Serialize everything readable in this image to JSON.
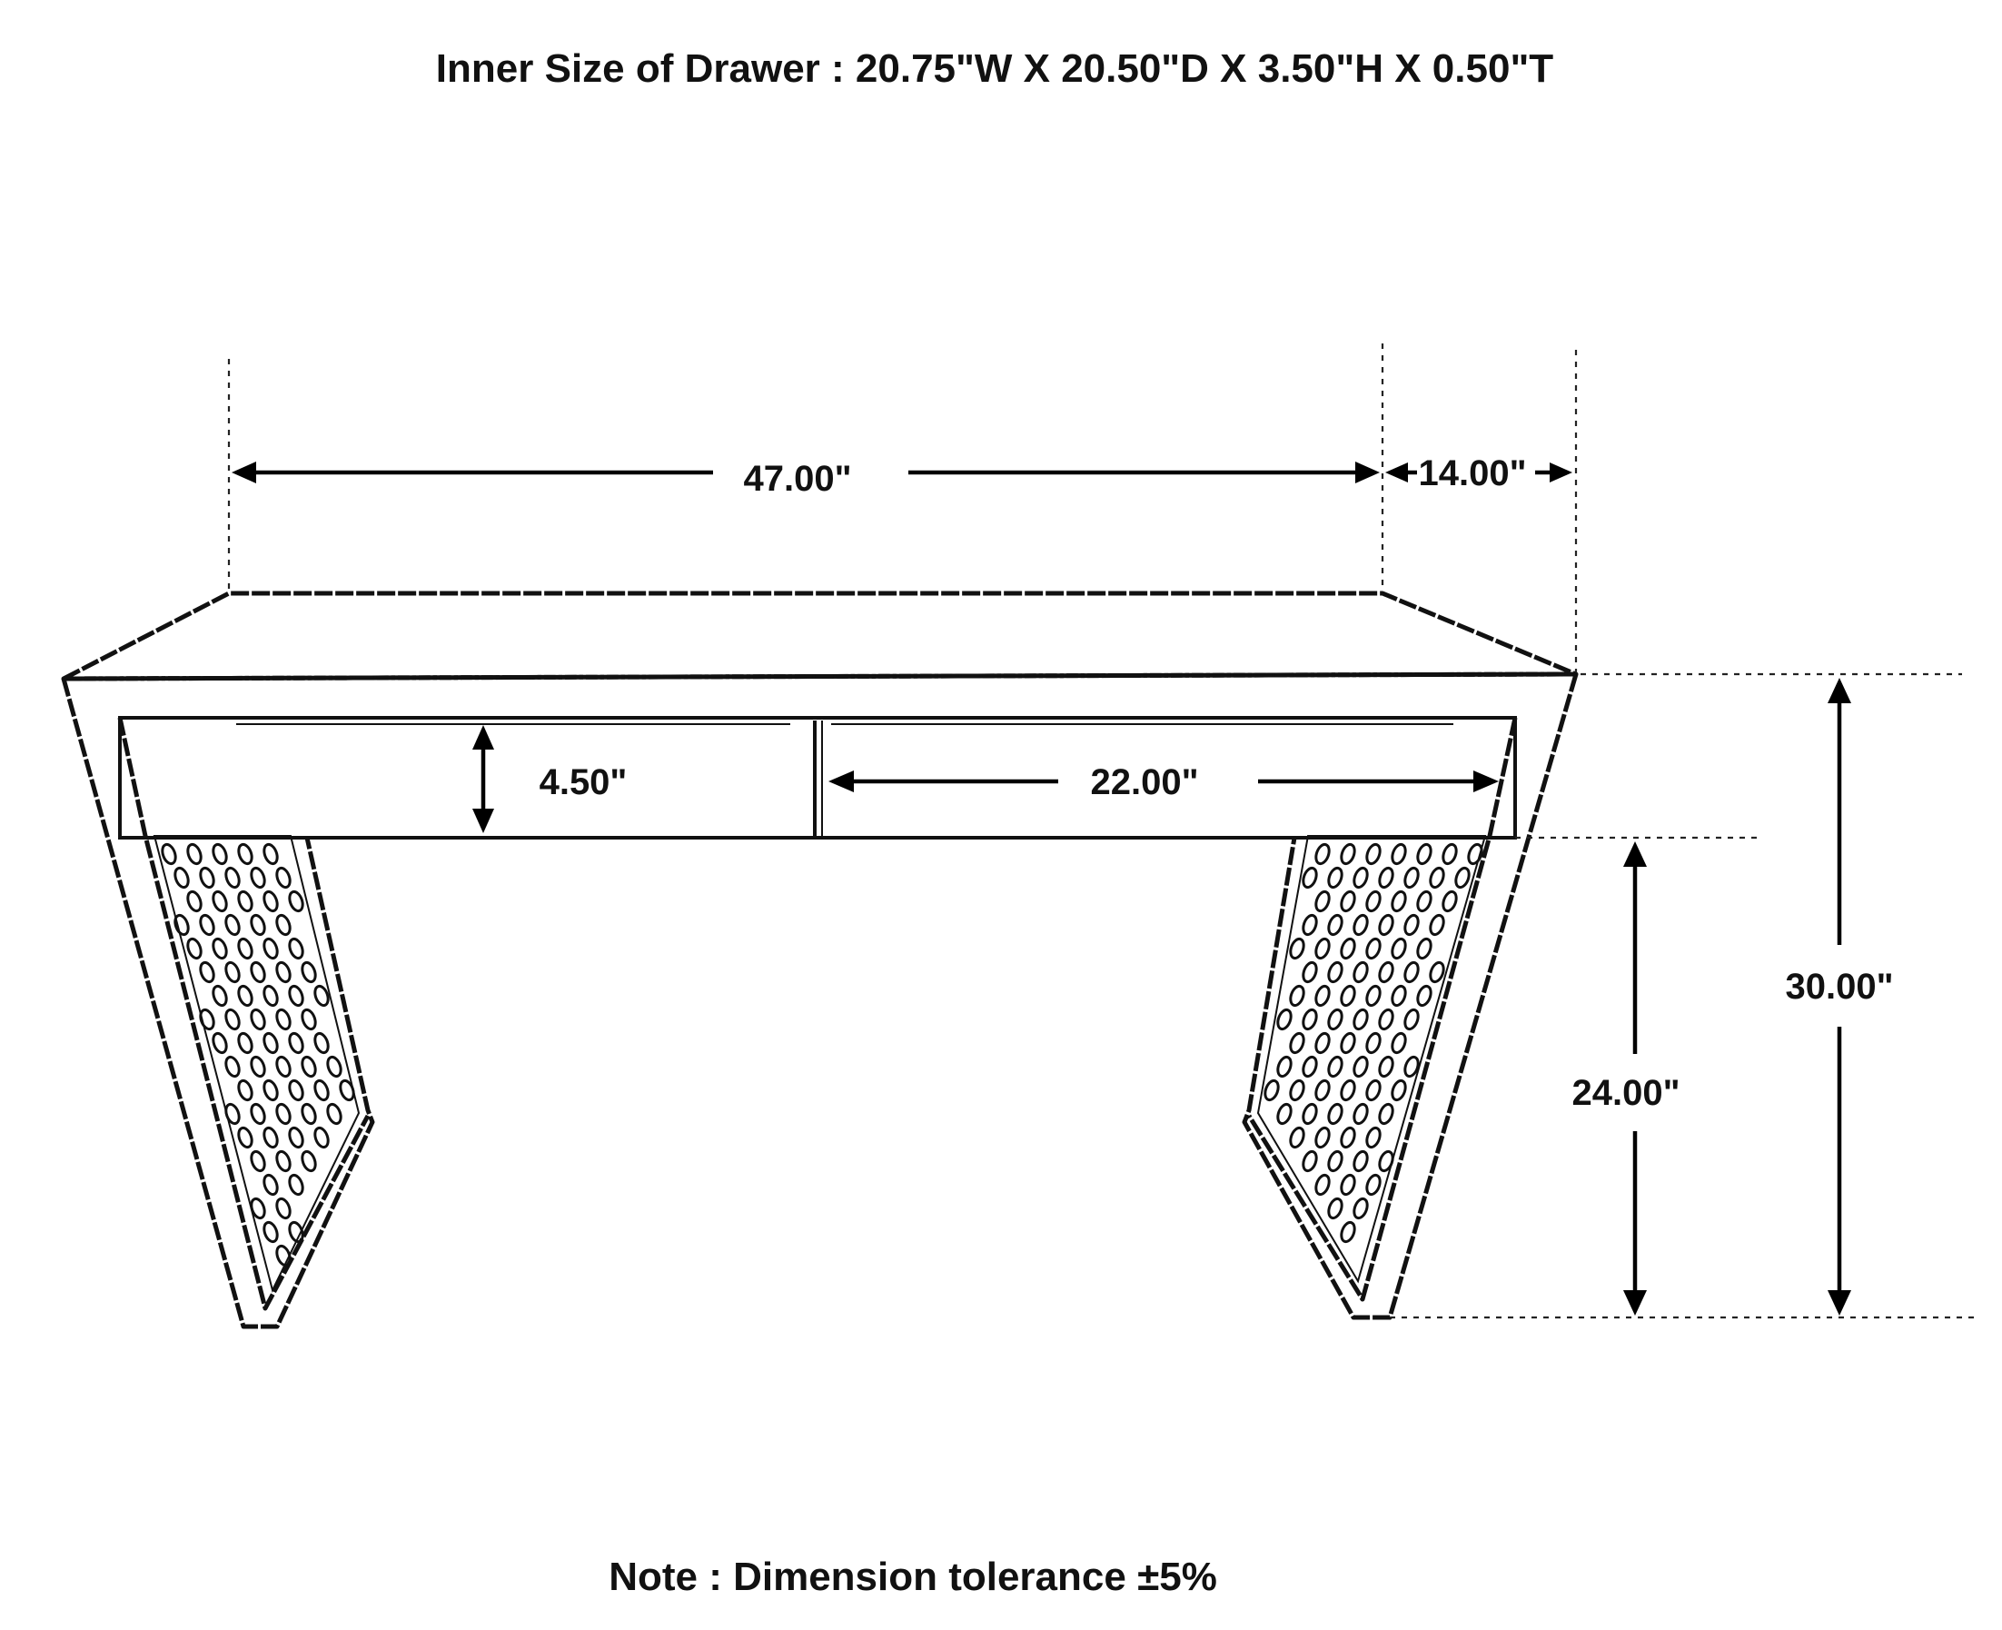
{
  "title": "Inner Size of Drawer : 20.75\"W X 20.50\"D X 3.50\"H X 0.50\"T",
  "note": "Note : Dimension tolerance ±5%",
  "dimensions": {
    "overall_width": "47.00\"",
    "depth": "14.00\"",
    "drawer_height": "4.50\"",
    "drawer_width": "22.00\"",
    "overall_height": "30.00\"",
    "leg_clearance": "24.00\""
  },
  "colors": {
    "line": "#111111",
    "background": "#ffffff"
  }
}
